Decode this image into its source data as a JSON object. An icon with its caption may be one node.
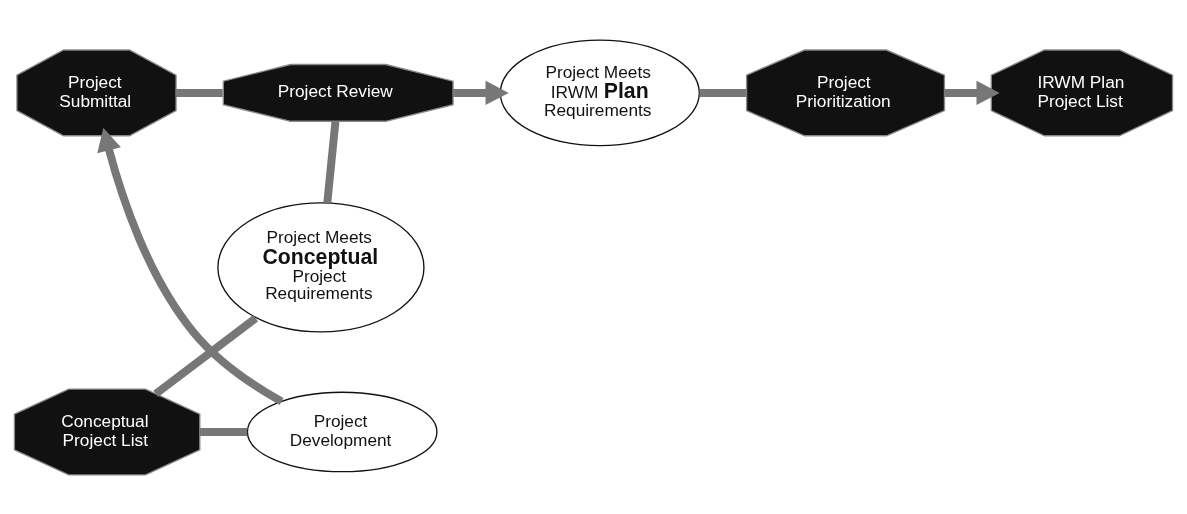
{
  "diagram": {
    "nodes": [
      {
        "text": [
          "Project Submittal"
        ]
      },
      {
        "text": [
          "Project Review"
        ]
      },
      {
        "text": [
          "Project Meets IRWM **Plan** Requirements"
        ]
      },
      {
        "text": [
          "Project Prioritization"
        ]
      },
      {
        "text": [
          "IRWM Plan Project List"
        ]
      },
      {
        "text": [
          "Project Meets **Conceptual** Project Requirements"
        ]
      },
      {
        "text": [
          "Project Development"
        ]
      },
      {
        "text": [
          "Conceptual Project List"
        ]
      }
    ],
    "edges": [
      {
        "from": 0,
        "to": 1,
        "arrow": "none"
      },
      {
        "from": 1,
        "to": 2,
        "arrow": "to"
      },
      {
        "from": 2,
        "to": 3,
        "arrow": "none"
      },
      {
        "from": 3,
        "to": 4,
        "arrow": "to"
      },
      {
        "from": 1,
        "to": 5,
        "arrow": "none"
      },
      {
        "from": 5,
        "to": 7,
        "arrow": "none"
      },
      {
        "from": 7,
        "to": 6,
        "arrow": "none"
      },
      {
        "from": 6,
        "to": 0,
        "arrow": "to"
      }
    ]
  }
}
